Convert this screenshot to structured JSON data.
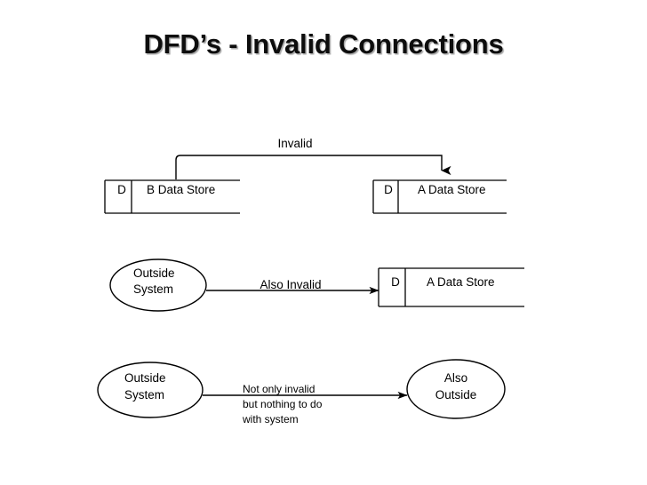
{
  "slide": {
    "title": "DFD’s - Invalid Connections",
    "background_color": "#ffffff",
    "stroke_color": "#000000",
    "text_color": "#000000"
  },
  "diagram": {
    "type": "data-flow-diagram",
    "rows": [
      {
        "id": "row-1-store-to-store",
        "label": "Invalid",
        "connector": "elbow-up-over-down",
        "source": {
          "shape": "data-store",
          "letter": "D",
          "name": "B Data Store"
        },
        "target": {
          "shape": "data-store",
          "letter": "D",
          "name": "A Data Store"
        }
      },
      {
        "id": "row-2-entity-to-store",
        "label": "Also Invalid",
        "connector": "straight-arrow-right",
        "source": {
          "shape": "ellipse",
          "lines": [
            "Outside",
            "System"
          ]
        },
        "target": {
          "shape": "data-store",
          "letter": "D",
          "name": "A Data Store"
        }
      },
      {
        "id": "row-3-entity-to-entity",
        "label_lines": [
          "Not only invalid",
          "but nothing to do",
          "with system"
        ],
        "connector": "straight-arrow-right",
        "source": {
          "shape": "ellipse",
          "lines": [
            "Outside",
            "System"
          ]
        },
        "target": {
          "shape": "ellipse",
          "lines": [
            "Also",
            "Outside"
          ]
        }
      }
    ]
  }
}
